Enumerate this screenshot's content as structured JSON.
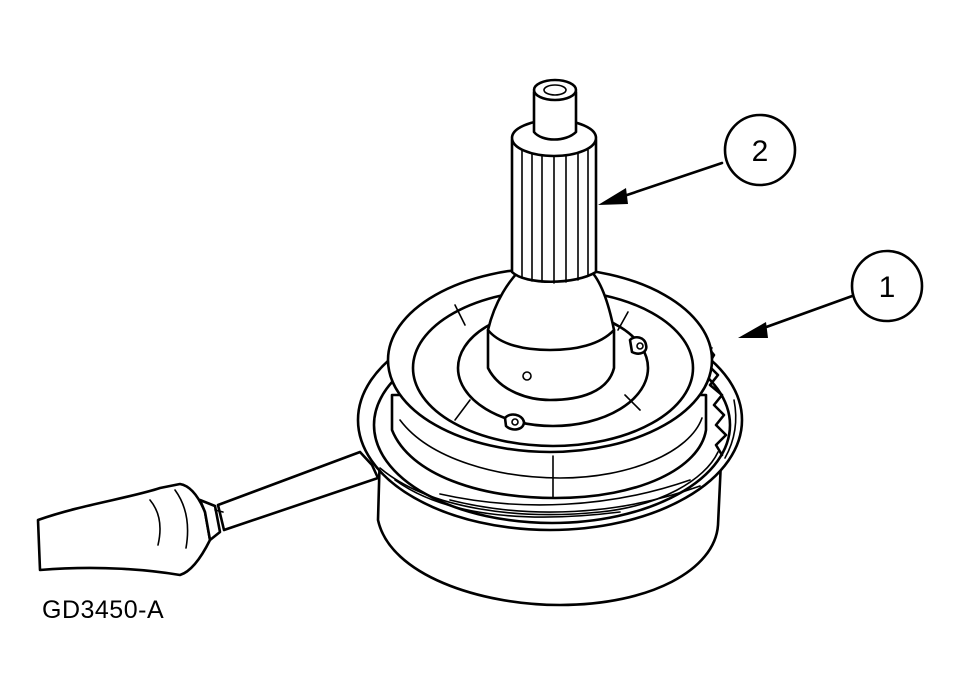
{
  "figure": {
    "code": "GD3450-A",
    "line_color": "#000000",
    "background": "#ffffff"
  },
  "callouts": [
    {
      "number": "1"
    },
    {
      "number": "2"
    }
  ]
}
